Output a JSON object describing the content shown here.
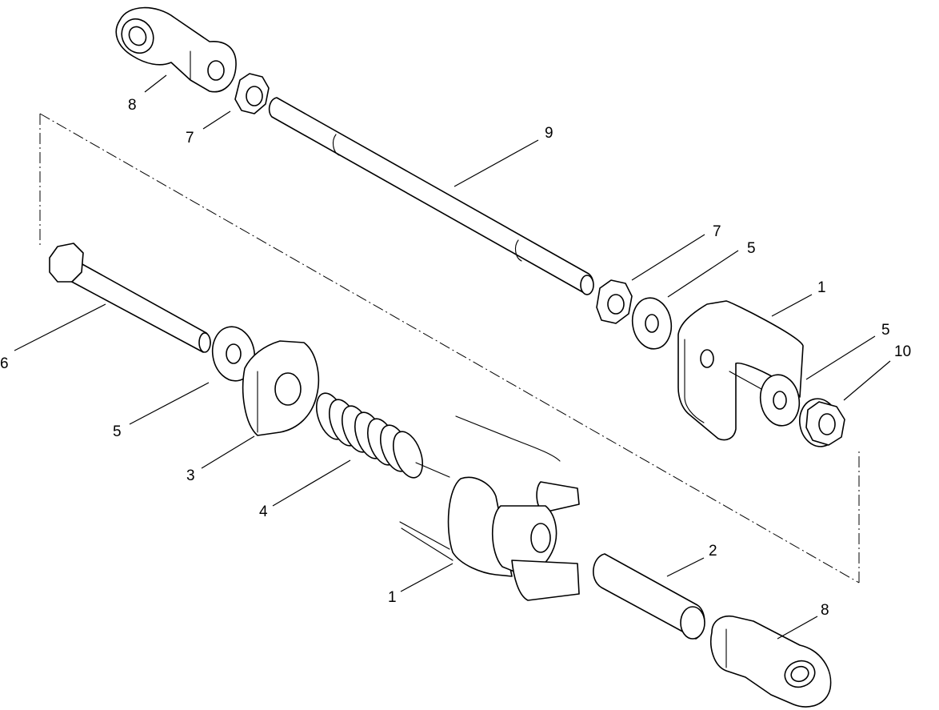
{
  "diagram": {
    "callouts": [
      {
        "id": "c8-top",
        "label": "8"
      },
      {
        "id": "c7-top",
        "label": "7"
      },
      {
        "id": "c9",
        "label": "9"
      },
      {
        "id": "c7-right",
        "label": "7"
      },
      {
        "id": "c5-right",
        "label": "5"
      },
      {
        "id": "c1-top",
        "label": "1"
      },
      {
        "id": "c5-far",
        "label": "5"
      },
      {
        "id": "c10",
        "label": "10"
      },
      {
        "id": "c6",
        "label": "6"
      },
      {
        "id": "c5-left",
        "label": "5"
      },
      {
        "id": "c3",
        "label": "3"
      },
      {
        "id": "c4",
        "label": "4"
      },
      {
        "id": "c1-bottom",
        "label": "1"
      },
      {
        "id": "c2",
        "label": "2"
      },
      {
        "id": "c8-bottom",
        "label": "8"
      }
    ]
  }
}
